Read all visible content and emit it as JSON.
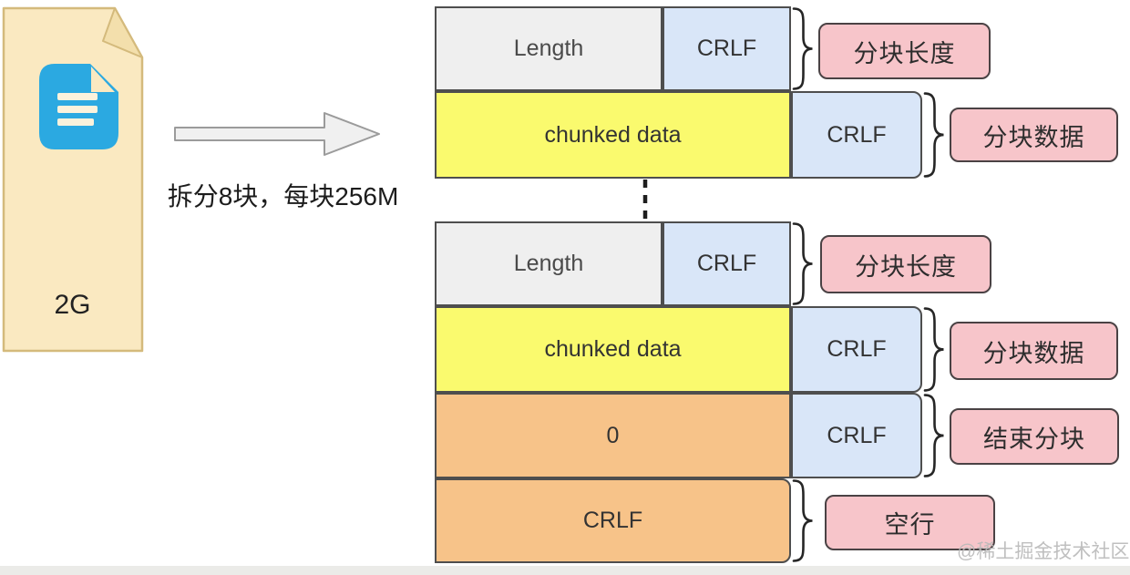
{
  "diagram": {
    "file": {
      "size_label": "2G"
    },
    "split_caption": "拆分8块，每块256M",
    "rows": [
      {
        "main": "Length",
        "crlf": "CRLF",
        "annotation": "分块长度"
      },
      {
        "main": "chunked data",
        "crlf": "CRLF",
        "annotation": "分块数据"
      },
      {
        "main": "Length",
        "crlf": "CRLF",
        "annotation": "分块长度"
      },
      {
        "main": "chunked data",
        "crlf": "CRLF",
        "annotation": "分块数据"
      },
      {
        "main": "0",
        "crlf": "CRLF",
        "annotation": "结束分块"
      },
      {
        "main": "CRLF",
        "annotation": "空行"
      }
    ],
    "watermark": "@稀土掘金技术社区",
    "colors": {
      "file_fill": "#FAE9C1",
      "file_border": "#D4BA7C",
      "doc_icon_blue": "#2BA9E1",
      "length_fill": "#EFEFEF",
      "crlf_fill": "#D9E6F8",
      "chunk_data_fill": "#FAFA6E",
      "end_chunk_fill": "#F7C389",
      "annotation_fill": "#F7C5CA"
    }
  }
}
